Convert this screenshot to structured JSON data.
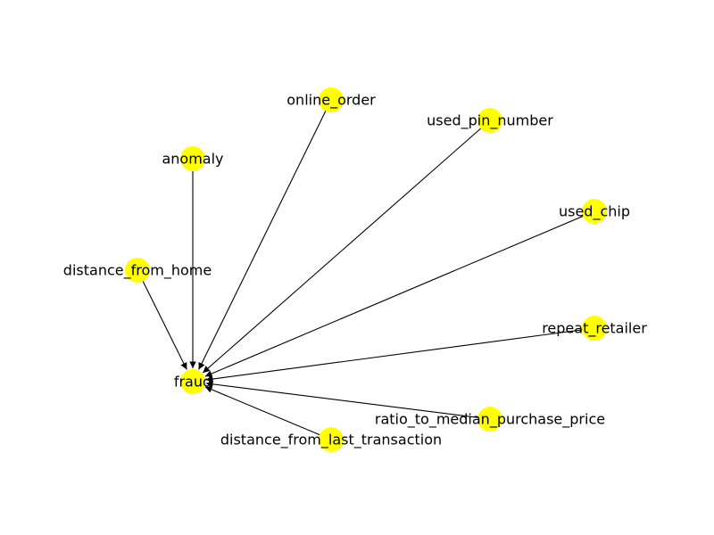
{
  "graph": {
    "node_color": "#ffff00",
    "edge_color": "#000000",
    "label_color": "#000000",
    "directed": true,
    "nodes": [
      {
        "id": "fraud",
        "label": "fraud"
      },
      {
        "id": "online_order",
        "label": "online_order"
      },
      {
        "id": "used_pin_number",
        "label": "used_pin_number"
      },
      {
        "id": "anomaly",
        "label": "anomaly"
      },
      {
        "id": "used_chip",
        "label": "used_chip"
      },
      {
        "id": "distance_from_home",
        "label": "distance_from_home"
      },
      {
        "id": "repeat_retailer",
        "label": "repeat_retailer"
      },
      {
        "id": "ratio_to_median_purchase_price",
        "label": "ratio_to_median_purchase_price"
      },
      {
        "id": "distance_from_last_transaction",
        "label": "distance_from_last_transaction"
      }
    ],
    "edges": [
      {
        "from": "online_order",
        "to": "fraud"
      },
      {
        "from": "used_pin_number",
        "to": "fraud"
      },
      {
        "from": "anomaly",
        "to": "fraud"
      },
      {
        "from": "used_chip",
        "to": "fraud"
      },
      {
        "from": "distance_from_home",
        "to": "fraud"
      },
      {
        "from": "repeat_retailer",
        "to": "fraud"
      },
      {
        "from": "ratio_to_median_purchase_price",
        "to": "fraud"
      },
      {
        "from": "distance_from_last_transaction",
        "to": "fraud"
      }
    ]
  }
}
